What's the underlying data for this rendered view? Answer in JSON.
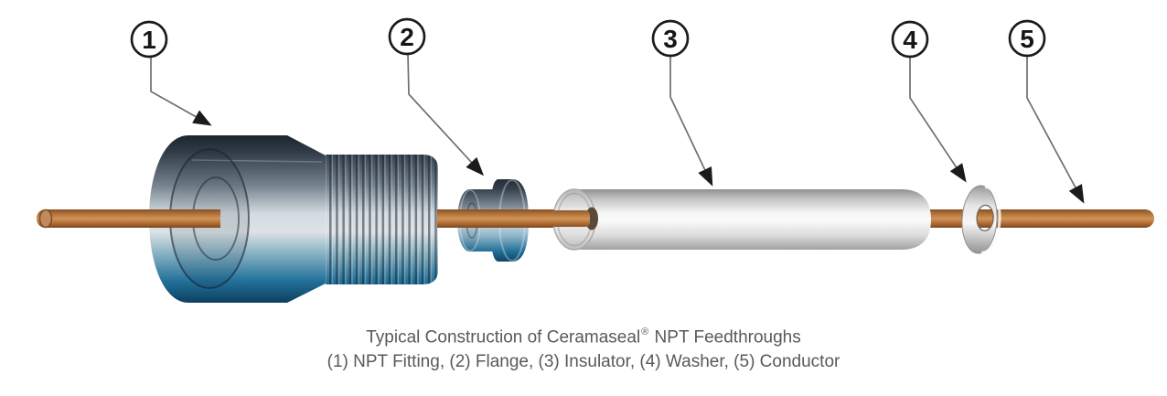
{
  "figure": {
    "background": "#ffffff",
    "callouts": [
      {
        "number": "1"
      },
      {
        "number": "2"
      },
      {
        "number": "3"
      },
      {
        "number": "4"
      },
      {
        "number": "5"
      }
    ],
    "parts": [
      {
        "number": "1",
        "name": "NPT Fitting"
      },
      {
        "number": "2",
        "name": "Flange"
      },
      {
        "number": "3",
        "name": "Insulator"
      },
      {
        "number": "4",
        "name": "Washer"
      },
      {
        "number": "5",
        "name": "Conductor"
      }
    ],
    "caption": {
      "title_pre": "Typical Construction of Ceramaseal",
      "title_sup": "®",
      "title_post": " NPT Feedthroughs",
      "parts_line": "(1) NPT Fitting, (2) Flange, (3) Insulator, (4) Washer, (5) Conductor"
    },
    "colors": {
      "steel_dark": "#1c252e",
      "steel_light": "#dce2e6",
      "steel_teal": "#22719a",
      "copper": "#d29356",
      "ceramic": "#f5f5f5",
      "washer_gray": "#e6e6e6",
      "leader_line": "#6f6f6f",
      "caption_text": "#58595b"
    }
  }
}
